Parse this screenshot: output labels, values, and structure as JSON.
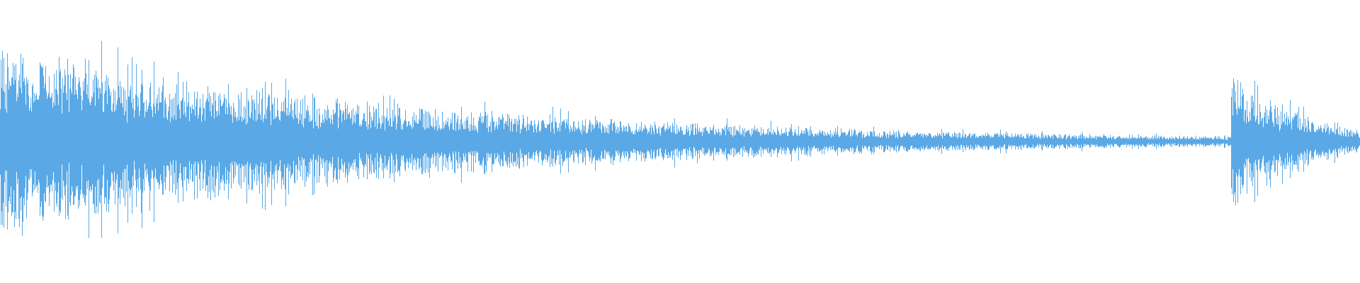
{
  "waveform": {
    "color": "#5aa9e6",
    "background": "#ffffff",
    "segments": [
      {
        "start": 0.0,
        "end": 0.905,
        "initial_peak": 1.0,
        "decay": 3.2,
        "noise_floor": 0.05
      },
      {
        "start": 0.905,
        "end": 1.0,
        "initial_peak": 0.72,
        "decay": 18.0,
        "noise_floor": 0.05
      }
    ]
  }
}
